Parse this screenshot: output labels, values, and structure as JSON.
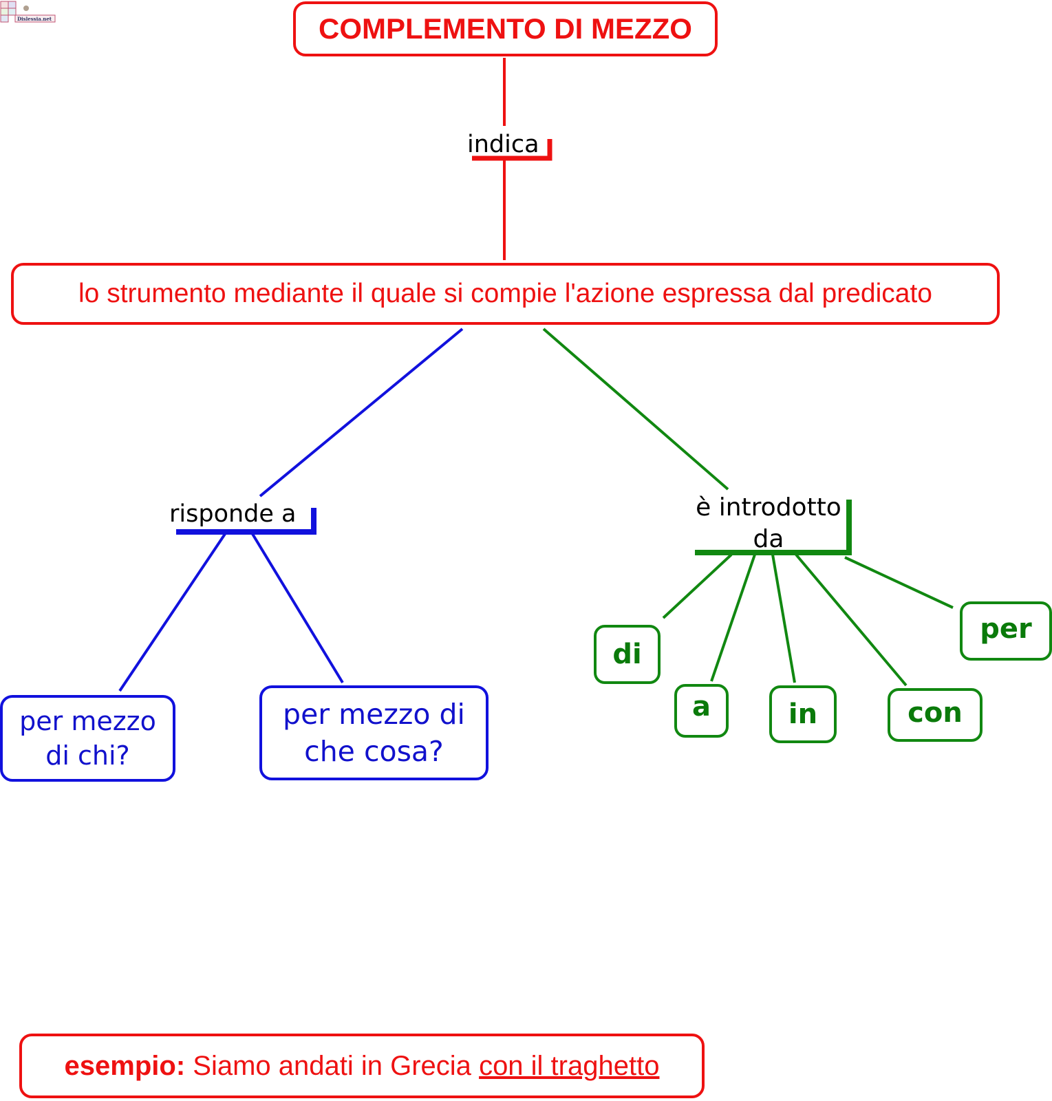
{
  "logo": {
    "text": "Dislessia.net",
    "icon": "dislessia-logo-icon"
  },
  "colors": {
    "red": "#ee1111",
    "blue": "#1111dd",
    "green": "#118811",
    "black": "#000000"
  },
  "title": "COMPLEMENTO DI MEZZO",
  "link_indica": "indica",
  "definition": "lo strumento mediante il quale si compie l'azione espressa dal predicato",
  "branch_left": {
    "link": "risponde a",
    "questions": [
      {
        "line1": "per mezzo",
        "line2": "di chi?"
      },
      {
        "line1": "per mezzo di",
        "line2": "che cosa?"
      }
    ]
  },
  "branch_right": {
    "link_line1": "è introdotto",
    "link_line2": "da",
    "prepositions": [
      "di",
      "a",
      "in",
      "con",
      "per"
    ]
  },
  "example": {
    "label": "esempio:",
    "sentence": "Siamo andati in Grecia",
    "highlight": "con il traghetto"
  }
}
